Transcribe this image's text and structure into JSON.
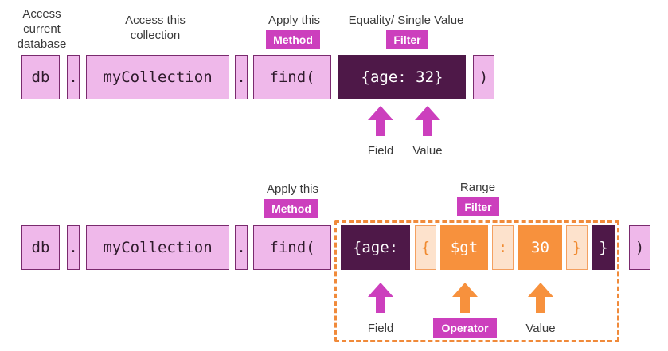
{
  "row1": {
    "label_db": "Access\ncurrent\ndatabase",
    "label_collection": "Access this\ncollection",
    "label_method": "Apply this",
    "tag_method": "Method",
    "label_filter": "Equality/ Single Value",
    "tag_filter": "Filter",
    "tokens": {
      "db": "db",
      "dot1": ".",
      "collection": "myCollection",
      "dot2": ".",
      "find": "find(",
      "query": "{age: 32}",
      "close": ")"
    },
    "label_field": "Field",
    "label_value": "Value"
  },
  "row2": {
    "label_method": "Apply this",
    "tag_method": "Method",
    "label_filter": "Range",
    "tag_filter": "Filter",
    "tokens": {
      "db": "db",
      "dot1": ".",
      "collection": "myCollection",
      "dot2": ".",
      "find": "find(",
      "age": "{age:",
      "open_brace": "{",
      "operator": "$gt",
      "colon": ":",
      "value": "30",
      "close_brace": "}",
      "outer_close": "}",
      "paren_close": ")"
    },
    "label_field": "Field",
    "tag_operator": "Operator",
    "label_value": "Value"
  },
  "colors": {
    "magenta": "#cc3fbd",
    "light_pink": "#efb8ea",
    "dark_purple": "#4e1848",
    "orange": "#f7913d"
  }
}
